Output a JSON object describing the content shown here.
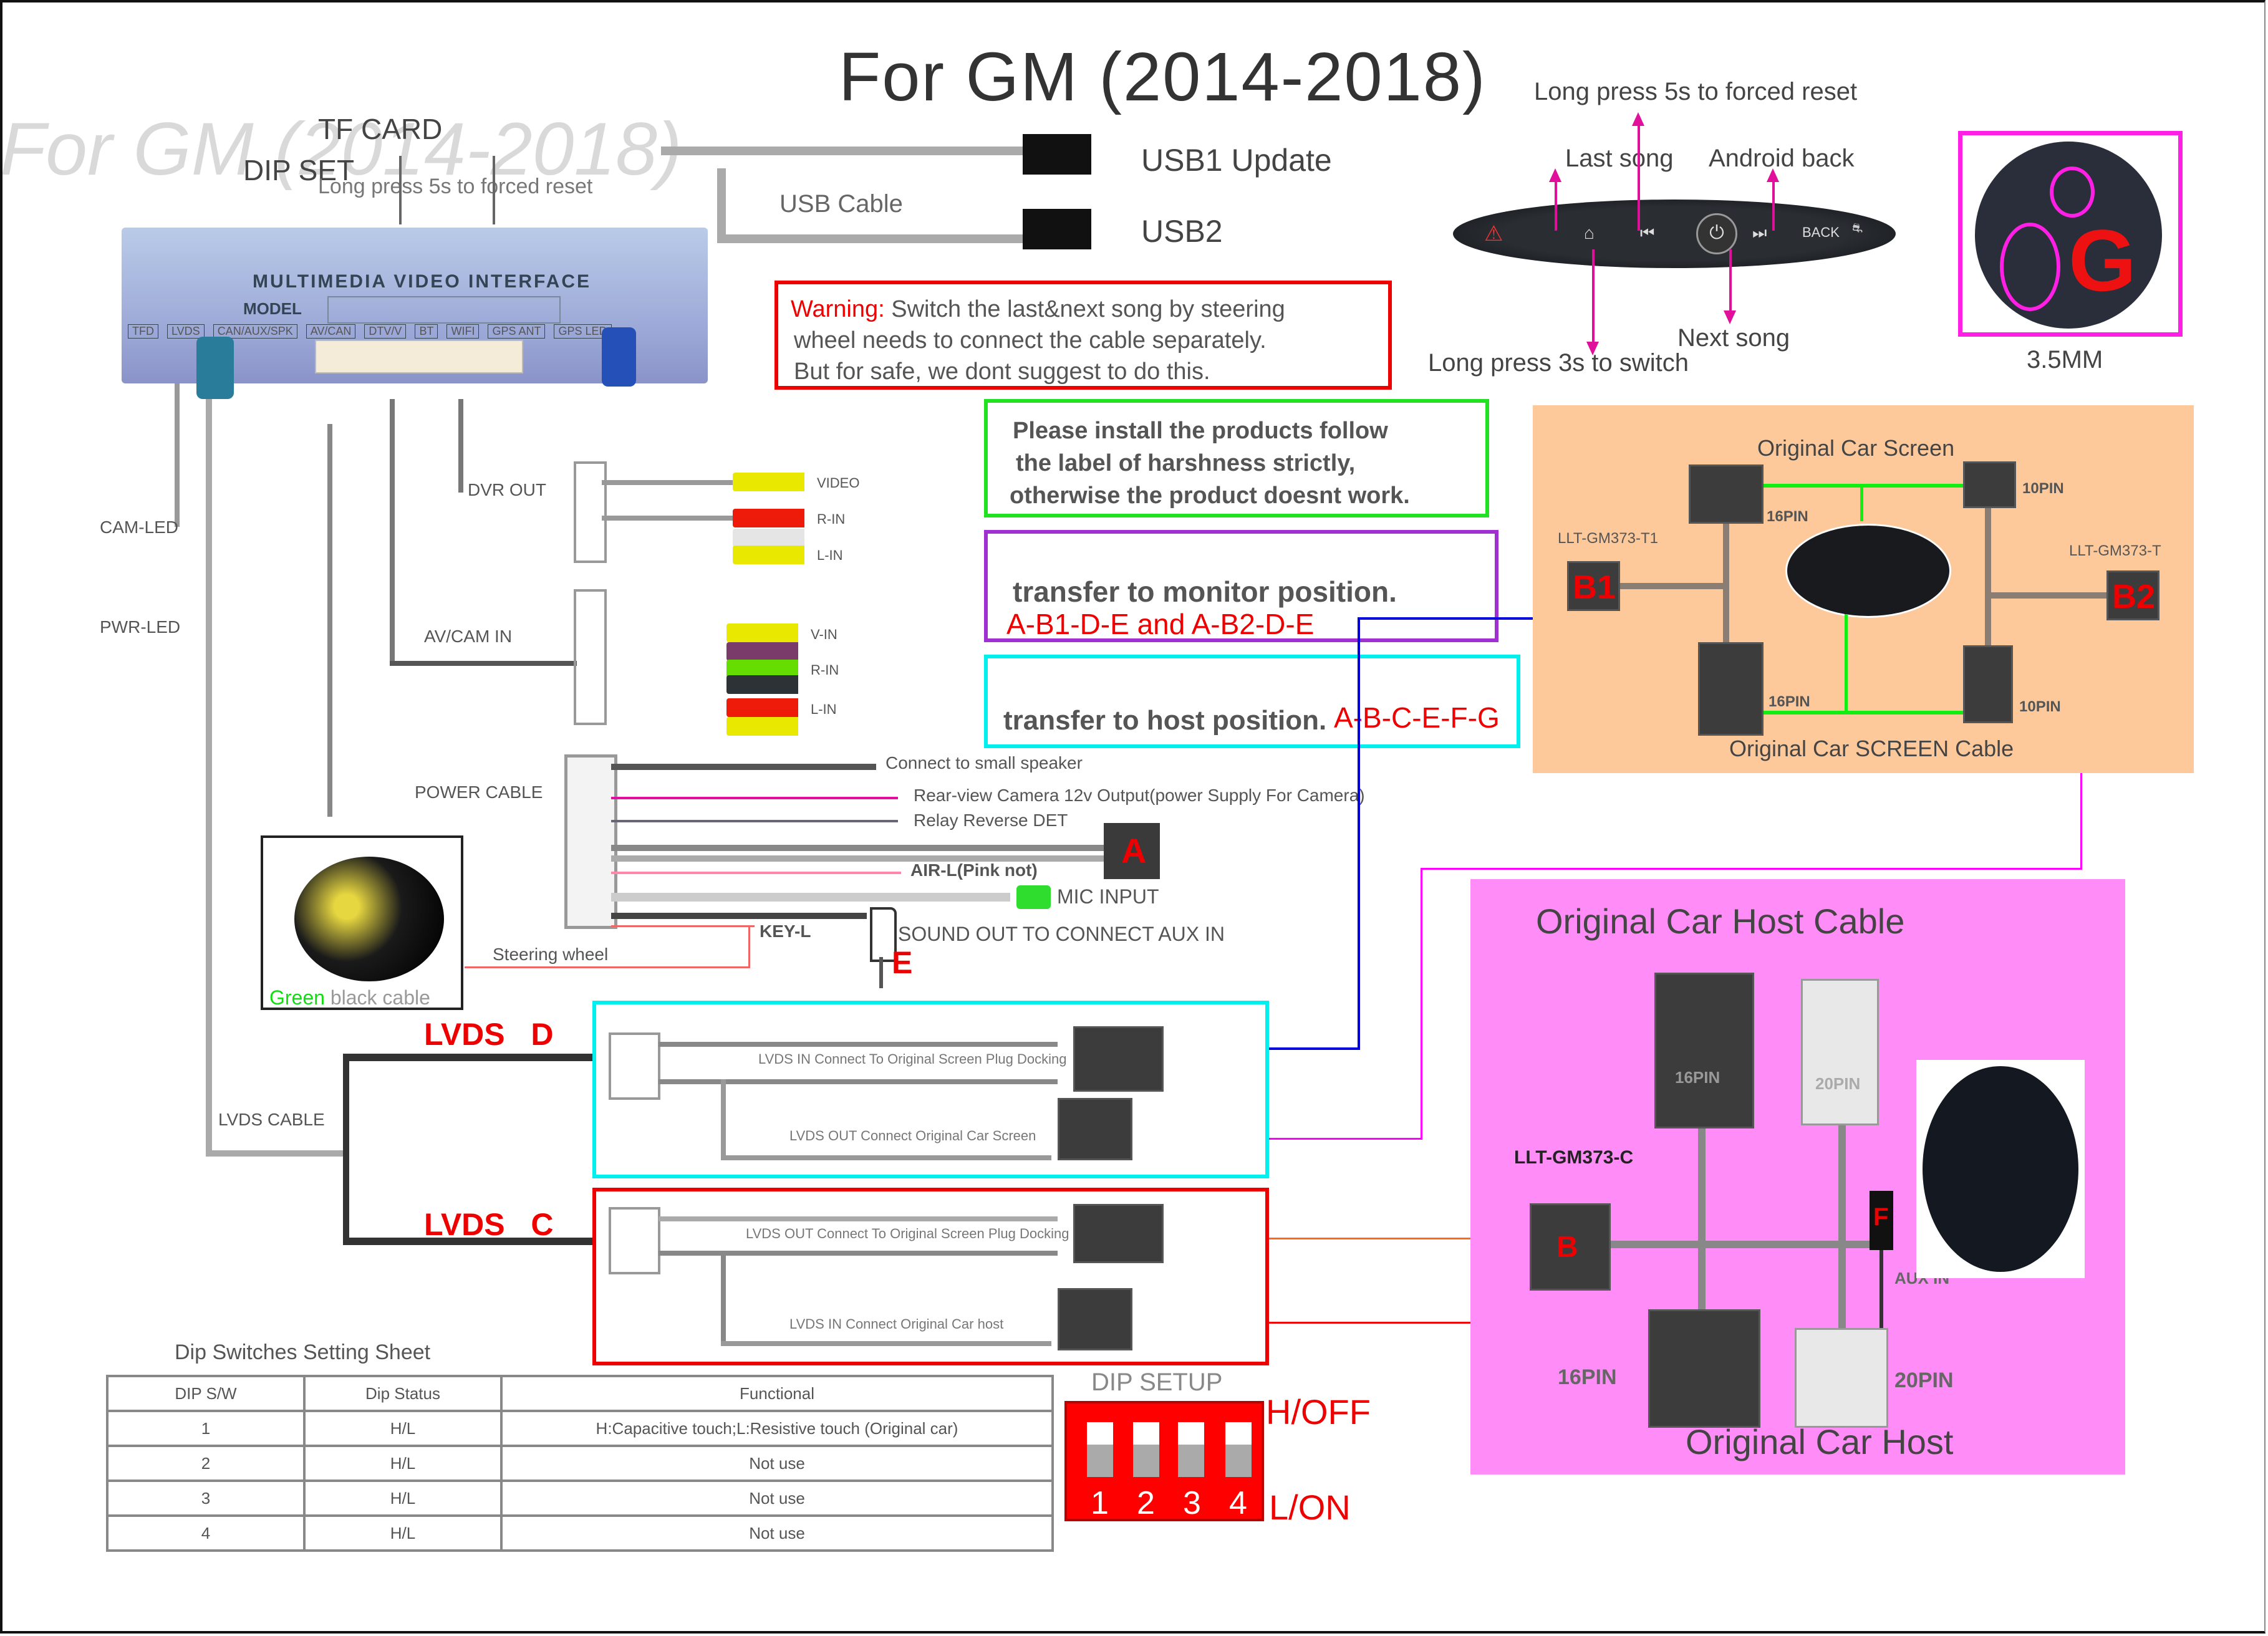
{
  "title": "For GM (2014-2018)",
  "device": {
    "top_labels": {
      "tf_card": "TF CARD",
      "dip_set": "DIP SET"
    },
    "faceplate_text": "MULTIMEDIA VIDEO INTERFACE",
    "model_label": "MODEL",
    "ports": [
      "TFD",
      "LVDS",
      "CAN/AUX/SPK",
      "AV/CAN",
      "DTV/V",
      "BT",
      "WIFI",
      "GPS ANT",
      "GPS LED"
    ],
    "usb": {
      "cable_label": "USB Cable",
      "usb1": "USB1 Update",
      "usb2": "USB2"
    },
    "reset_ghost": "Long press 5s to forced reset"
  },
  "control_panel": {
    "reset": "Long press 5s to forced reset",
    "last_song": "Last song",
    "android_back": "Android back",
    "next_song": "Next song",
    "switch": "Long press 3s to switch",
    "buttons": [
      "home-icon",
      "previous-track-icon",
      "power-icon",
      "next-track-icon",
      "BACK",
      "traction-off-icon",
      "hazard-icon"
    ]
  },
  "jack_photo": {
    "letter": "G",
    "caption": "3.5MM"
  },
  "warning": {
    "prefix": "Warning:",
    "line1": "Switch the last&next song by steering",
    "line2": "wheel needs to connect the cable separately.",
    "line3": "But for safe, we dont suggest to do this."
  },
  "notes": {
    "green": [
      "Please install the products follow",
      "the label of harshness strictly,",
      "otherwise the product doesnt work."
    ],
    "purple": {
      "text": "transfer to monitor position.",
      "path": "A-B1-D-E and A-B2-D-E"
    },
    "cyan": {
      "text": "transfer to host position.",
      "path": "A-B-C-E-F-G"
    }
  },
  "left_labels": {
    "cam_led": "CAM-LED",
    "pwr_led": "PWR-LED",
    "av_cam_in": "AV/CAM IN",
    "dvr_out": "DVR OUT",
    "power_cable": "POWER CABLE",
    "lvds_cable": "LVDS CABLE",
    "steering_wheel": "Steering wheel"
  },
  "rca": {
    "group1": [
      "VIDEO",
      "R-IN",
      "L-IN"
    ],
    "group2": [
      "V-IN",
      "R-IN",
      "L-IN"
    ]
  },
  "power_wires": {
    "speaker": "Connect to small speaker",
    "rear_cam": "Rear-view Camera 12v Output(power Supply For Camera)",
    "reverse": "Relay Reverse DET",
    "connector_letter": "A",
    "air": "AIR-L(Pink not)",
    "mic": "MIC INPUT",
    "key": "KEY-L",
    "sound_out": "SOUND OUT TO CONNECT AUX IN",
    "jack_letter": "E"
  },
  "steering_photo": {
    "green": "Green",
    "rest": "black cable"
  },
  "lvds": {
    "d": {
      "label": "LVDS",
      "letter": "D",
      "line1": "LVDS IN Connect To Original Screen Plug Docking",
      "line2": "LVDS OUT Connect Original Car Screen"
    },
    "c": {
      "label": "LVDS",
      "letter": "C",
      "line1": "LVDS OUT Connect To Original Screen Plug Docking",
      "line2": "LVDS IN Connect Original Car host"
    }
  },
  "screen_panel": {
    "title": "Original Car Screen",
    "bottom": "Original Car SCREEN Cable",
    "pins": [
      "16PIN",
      "10PIN",
      "16PIN",
      "10PIN"
    ],
    "left_model": "LLT-GM373-T1",
    "right_model": "LLT-GM373-T",
    "left_letter": "B1",
    "right_letter": "B2",
    "bg": "#fdc99a"
  },
  "host_panel": {
    "title": "Original Car Host Cable",
    "bottom": "Original Car Host",
    "pins": {
      "top_dark": "16PIN",
      "top_light": "20PIN",
      "bottom_dark": "16PIN",
      "bottom_light": "20PIN"
    },
    "model": "LLT-GM373-C",
    "letter_b": "B",
    "letter_f": "F",
    "aux": "AUX IN",
    "bg": "#ff8cf7"
  },
  "dip_table": {
    "title": "Dip Switches Setting Sheet",
    "headers": [
      "DIP S/W",
      "Dip Status",
      "Functional"
    ],
    "rows": [
      [
        "1",
        "H/L",
        "H:Capacitive touch;L:Resistive touch (Original car)"
      ],
      [
        "2",
        "H/L",
        "Not use"
      ],
      [
        "3",
        "H/L",
        "Not use"
      ],
      [
        "4",
        "H/L",
        "Not use"
      ]
    ]
  },
  "dip_setup": {
    "title": "DIP SETUP",
    "switches": [
      "1",
      "2",
      "3",
      "4"
    ],
    "high": "H/OFF",
    "low": "L/ON"
  },
  "colors": {
    "red": "#ee0000",
    "green": "#22dd22",
    "purple": "#a030d0",
    "cyan": "#00f0f0",
    "magenta": "#e0109a",
    "blue": "#0000dd",
    "orange": "#ff6a1a"
  }
}
